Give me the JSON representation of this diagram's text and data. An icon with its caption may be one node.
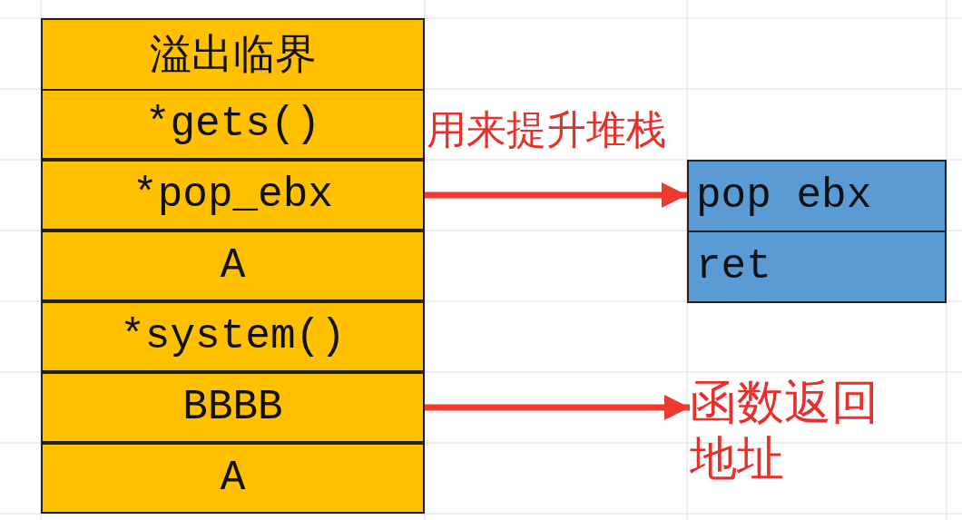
{
  "diagram": {
    "nodes": [
      {
        "text": [
          "溢出临界"
        ]
      },
      {
        "text": [
          "*gets()"
        ]
      },
      {
        "text": [
          "*pop_ebx"
        ]
      },
      {
        "text": [
          "A"
        ]
      },
      {
        "text": [
          "*system()"
        ]
      },
      {
        "text": [
          "BBBB"
        ]
      },
      {
        "text": [
          "A"
        ]
      },
      {
        "text": [
          "pop ebx"
        ]
      },
      {
        "text": [
          "ret"
        ]
      },
      {
        "text": [
          "函数返回地址"
        ]
      }
    ],
    "edges": [
      {
        "from": 2,
        "to": 7,
        "arrow": "to",
        "label": "用来提升堆栈"
      },
      {
        "from": 5,
        "to": 9,
        "arrow": "to"
      }
    ]
  }
}
